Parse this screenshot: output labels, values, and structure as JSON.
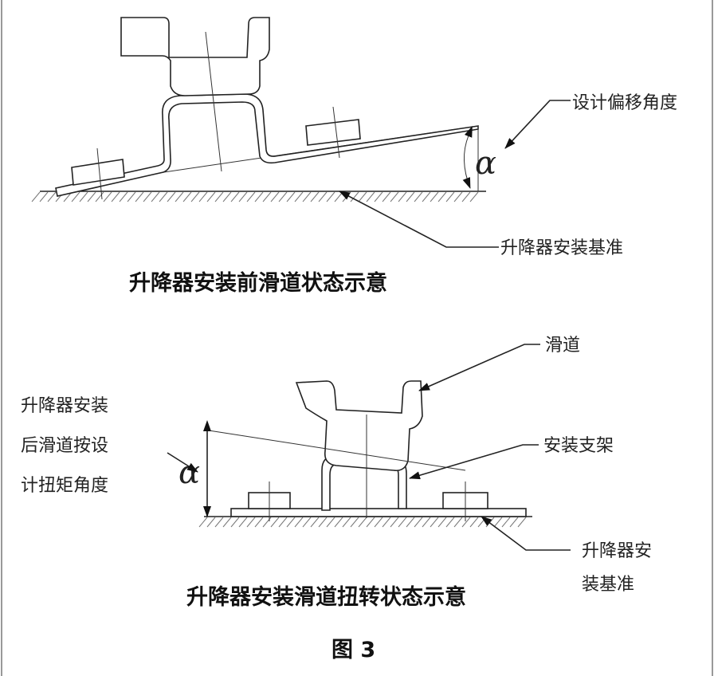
{
  "top_diagram": {
    "label_offset_angle": "设计偏移角度",
    "label_install_datum": "升降器安装基准",
    "angle_symbol": "α",
    "caption": "升降器安装前滑道状态示意"
  },
  "bottom_diagram": {
    "label_slide_rail": "滑道",
    "label_torque_angle_lines": [
      "升降器安装",
      "后滑道按设",
      "计扭矩角度"
    ],
    "label_mount_bracket": "安装支架",
    "label_install_datum_lines": [
      "升降器安",
      "装基准"
    ],
    "angle_symbol": "α",
    "caption": "升降器安装滑道扭转状态示意"
  },
  "figure_caption": "图 3"
}
